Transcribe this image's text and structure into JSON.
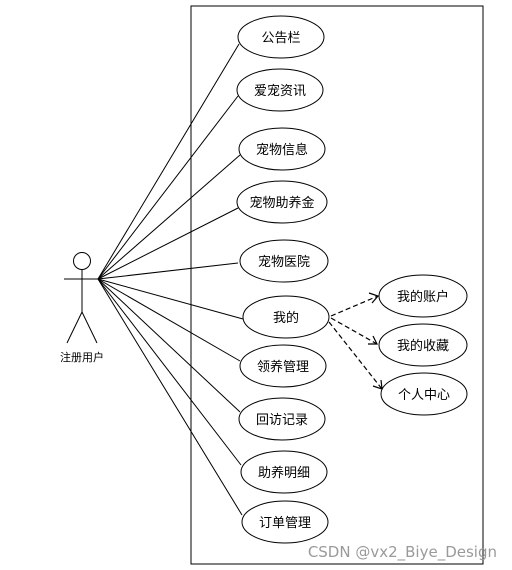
{
  "actor": {
    "label": "注册用户"
  },
  "use_cases": [
    {
      "id": "bulletin",
      "label": "公告栏"
    },
    {
      "id": "pet-news",
      "label": "爱宠资讯"
    },
    {
      "id": "pet-info",
      "label": "宠物信息"
    },
    {
      "id": "pet-sponsorship",
      "label": "宠物助养金"
    },
    {
      "id": "pet-hospital",
      "label": "宠物医院"
    },
    {
      "id": "mine",
      "label": "我的"
    },
    {
      "id": "adoption-management",
      "label": "领养管理"
    },
    {
      "id": "return-visit-records",
      "label": "回访记录"
    },
    {
      "id": "sponsorship-details",
      "label": "助养明细"
    },
    {
      "id": "order-management",
      "label": "订单管理"
    }
  ],
  "sub_use_cases": [
    {
      "id": "my-account",
      "label": "我的账户"
    },
    {
      "id": "my-favorites",
      "label": "我的收藏"
    },
    {
      "id": "personal-center",
      "label": "个人中心"
    }
  ],
  "watermark": "CSDN @vx2_Biye_Design"
}
